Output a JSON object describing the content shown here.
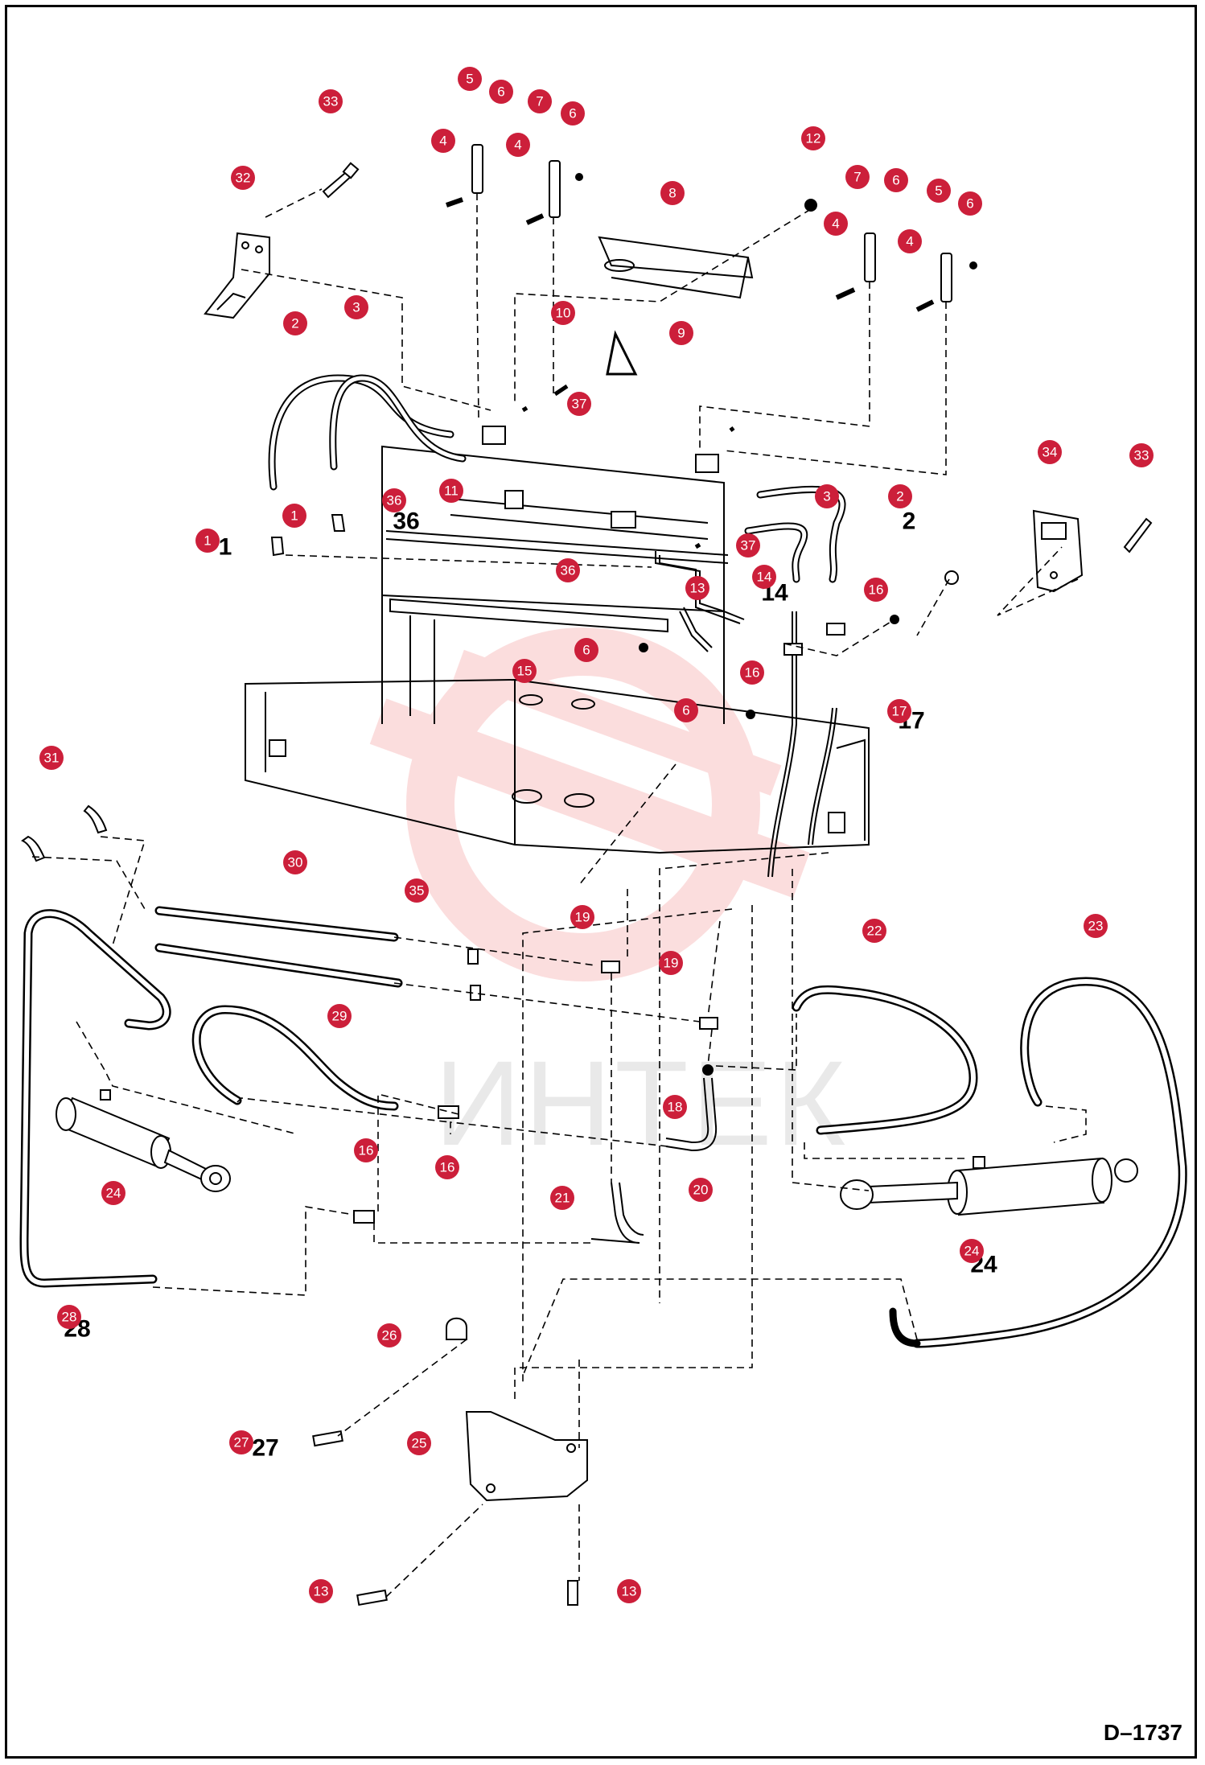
{
  "drawing_number": "D–1737",
  "watermark": {
    "text": "ИНТЕК",
    "color": "#f4c6c6"
  },
  "colors": {
    "callout": "#cc1f3a",
    "line": "#000000"
  },
  "callouts": [
    "1",
    "1",
    "2",
    "2",
    "3",
    "3",
    "4",
    "4",
    "4",
    "4",
    "5",
    "5",
    "6",
    "6",
    "6",
    "6",
    "6",
    "6",
    "7",
    "7",
    "8",
    "9",
    "10",
    "11",
    "12",
    "13",
    "13",
    "13",
    "14",
    "15",
    "16",
    "16",
    "16",
    "16",
    "17",
    "18",
    "19",
    "19",
    "20",
    "21",
    "22",
    "23",
    "24",
    "24",
    "25",
    "26",
    "27",
    "28",
    "29",
    "30",
    "31",
    "32",
    "33",
    "33",
    "34",
    "35",
    "36",
    "36",
    "37",
    "37"
  ],
  "plain_labels": [
    "1",
    "36",
    "2",
    "27",
    "24",
    "28",
    "14",
    "17"
  ]
}
